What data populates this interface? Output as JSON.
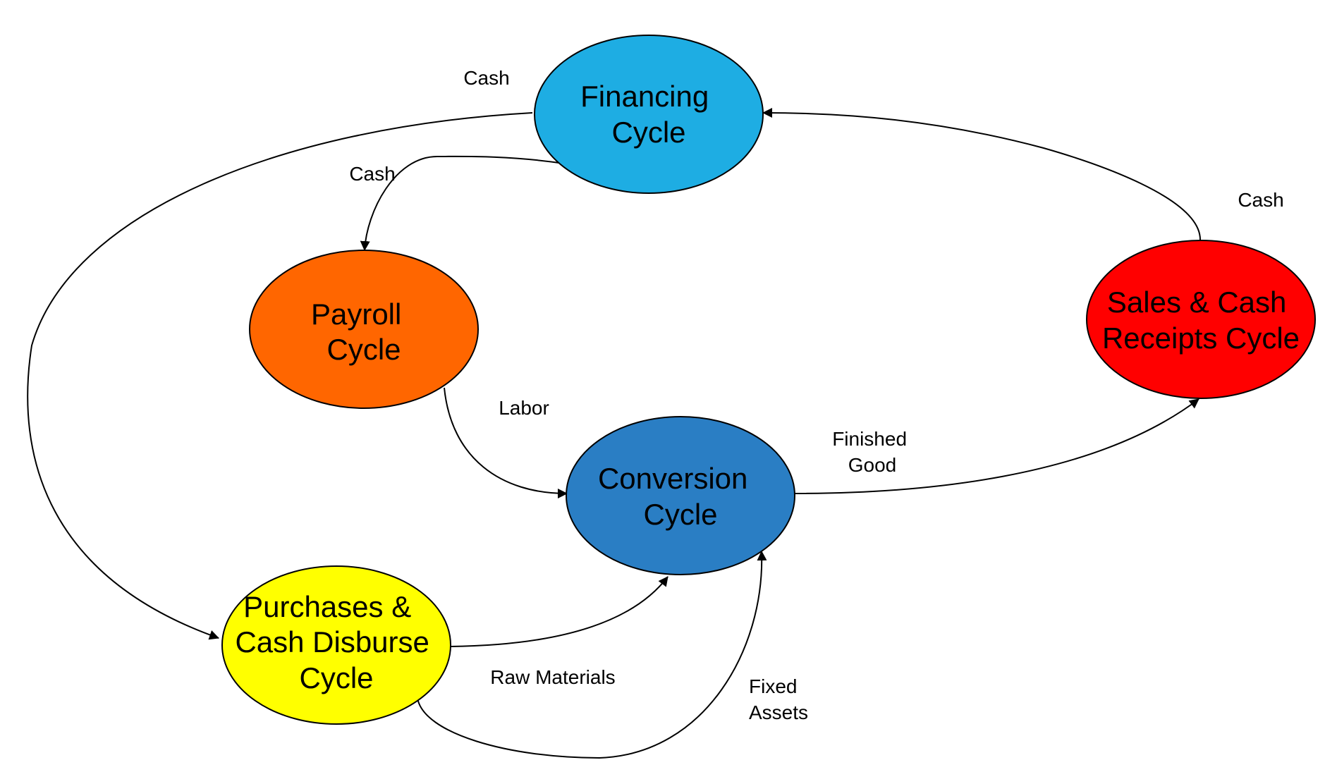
{
  "nodes": {
    "financing": {
      "lines": [
        "Financing",
        "Cycle"
      ],
      "color": "#1EADE3"
    },
    "payroll": {
      "lines": [
        "Payroll",
        "Cycle"
      ],
      "color": "#FF6600"
    },
    "conversion": {
      "lines": [
        "Conversion",
        "Cycle"
      ],
      "color": "#2A7EC4"
    },
    "sales": {
      "lines": [
        "Sales & Cash",
        "Receipts Cycle"
      ],
      "color": "#FF0000"
    },
    "purchases": {
      "lines": [
        "Purchases &",
        "Cash  Disburse",
        "Cycle"
      ],
      "color": "#FFFF00"
    }
  },
  "edges": {
    "cash_financing_to_purchases": {
      "lines": [
        "Cash"
      ]
    },
    "cash_financing_to_payroll": {
      "lines": [
        "Cash"
      ]
    },
    "cash_sales_to_financing": {
      "lines": [
        "Cash"
      ]
    },
    "labor": {
      "lines": [
        "Labor"
      ]
    },
    "finished_good": {
      "lines": [
        "Finished",
        "Good"
      ]
    },
    "raw_materials": {
      "lines": [
        "Raw Materials"
      ]
    },
    "fixed_assets": {
      "lines": [
        "Fixed",
        "Assets"
      ]
    }
  }
}
